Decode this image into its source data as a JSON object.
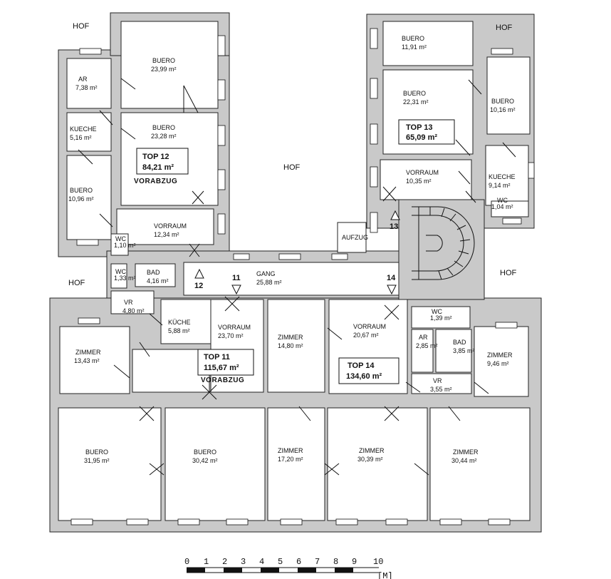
{
  "courtyards": {
    "nw": "HOF",
    "ne": "HOF",
    "center": "HOF",
    "west": "HOF",
    "east": "HOF"
  },
  "units": {
    "top12": {
      "name": "TOP 12",
      "area": "84,21 m²",
      "note": "VORABZUG"
    },
    "top13": {
      "name": "TOP 13",
      "area": "65,09 m²"
    },
    "top11": {
      "name": "TOP 11",
      "area": "115,67 m²",
      "note": "VORABZUG"
    },
    "top14": {
      "name": "TOP 14",
      "area": "134,60 m²"
    }
  },
  "rooms": {
    "r01": {
      "name": "BUERO",
      "area": "23,99 m²"
    },
    "r02": {
      "name": "AR",
      "area": "7,38 m²"
    },
    "r03": {
      "name": "BUERO",
      "area": "23,28 m²"
    },
    "r04": {
      "name": "KUECHE",
      "area": "5,16 m²"
    },
    "r05": {
      "name": "BUERO",
      "area": "10,96 m²"
    },
    "r06": {
      "name": "VORRAUM",
      "area": "12,34 m²"
    },
    "r07": {
      "name": "WC",
      "area": "1,10 m²"
    },
    "r08": {
      "name": "BUERO",
      "area": "11,91 m²"
    },
    "r09": {
      "name": "BUERO",
      "area": "22,31 m²"
    },
    "r10": {
      "name": "BUERO",
      "area": "10,16 m²"
    },
    "r11": {
      "name": "VORRAUM",
      "area": "10,35 m²"
    },
    "r12": {
      "name": "KUECHE",
      "area": "9,14 m²"
    },
    "r13": {
      "name": "WC",
      "area": "1,04 m²"
    },
    "r14": {
      "name": "AUFZUG",
      "area": ""
    },
    "r15": {
      "name": "WC",
      "area": "1,33 m²"
    },
    "r16": {
      "name": "BAD",
      "area": "4,16 m²"
    },
    "r17": {
      "name": "GANG",
      "area": "25,88 m²"
    },
    "r18": {
      "name": "VR",
      "area": "4,80 m²"
    },
    "r19": {
      "name": "KÜCHE",
      "area": "5,88 m²"
    },
    "r20": {
      "name": "VORRAUM",
      "area": "23,70 m²"
    },
    "r21": {
      "name": "ZIMMER",
      "area": "14,80 m²"
    },
    "r22": {
      "name": "VORRAUM",
      "area": "20,67 m²"
    },
    "r23": {
      "name": "WC",
      "area": "1,39 m²"
    },
    "r24": {
      "name": "ZIMMER",
      "area": "13,43 m²"
    },
    "r25": {
      "name": "AR",
      "area": "2,85 m²"
    },
    "r26": {
      "name": "BAD",
      "area": "3,85 m²"
    },
    "r27": {
      "name": "ZIMMER",
      "area": "9,46 m²"
    },
    "r28": {
      "name": "VR",
      "area": "3,55 m²"
    },
    "r29": {
      "name": "BUERO",
      "area": "31,95 m²"
    },
    "r30": {
      "name": "BUERO",
      "area": "30,42 m²"
    },
    "r31": {
      "name": "ZIMMER",
      "area": "17,20 m²"
    },
    "r32": {
      "name": "ZIMMER",
      "area": "30,39 m²"
    },
    "r33": {
      "name": "ZIMMER",
      "area": "30,44 m²"
    }
  },
  "entrances": [
    "12",
    "11",
    "14",
    "13"
  ],
  "scale": {
    "ticks": [
      "0",
      "1",
      "2",
      "3",
      "4",
      "5",
      "6",
      "7",
      "8",
      "9",
      "10"
    ],
    "unit": "[M]"
  }
}
